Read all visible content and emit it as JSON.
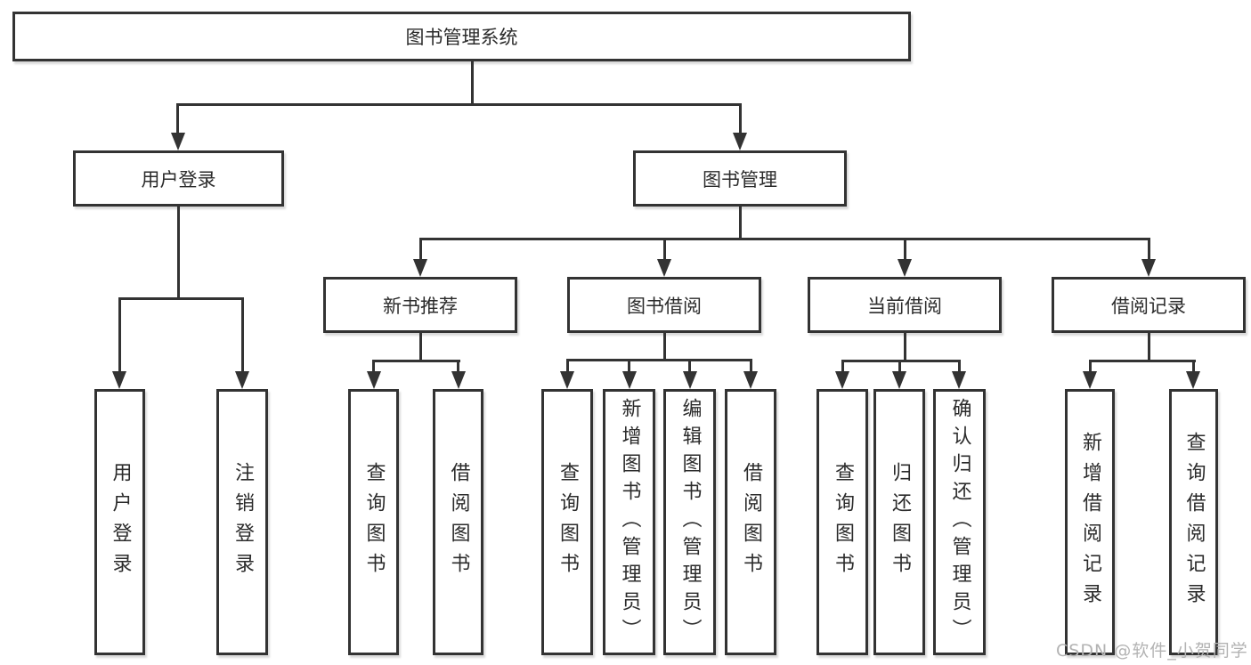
{
  "diagram": {
    "nodes": {
      "root": "图书管理系统",
      "user_login": "用户登录",
      "book_mgmt": "图书管理",
      "new_book_rec": "新书推荐",
      "book_borrow": "图书借阅",
      "current_borrow": "当前借阅",
      "borrow_record": "借阅记录",
      "leaf_user_login": "用户登录",
      "leaf_logout": "注销登录",
      "rec_query_book": "查询图书",
      "rec_borrow_book": "借阅图书",
      "bb_query_book": "查询图书",
      "bb_add_book": "新增图书（管理员）",
      "bb_edit_book": "编辑图书（管理员）",
      "bb_borrow_book": "借阅图书",
      "cb_query_book": "查询图书",
      "cb_return_book": "归还图书",
      "cb_confirm_return": "确认归还（管理员）",
      "br_add_record": "新增借阅记录",
      "br_query_record": "查询借阅记录"
    },
    "colors": {
      "line": "#333333",
      "text": "#2b2b2b",
      "background": "#ffffff"
    }
  },
  "watermark": {
    "text": "CSDN @软件_小贺同学",
    "color": "#b3b3b3"
  }
}
